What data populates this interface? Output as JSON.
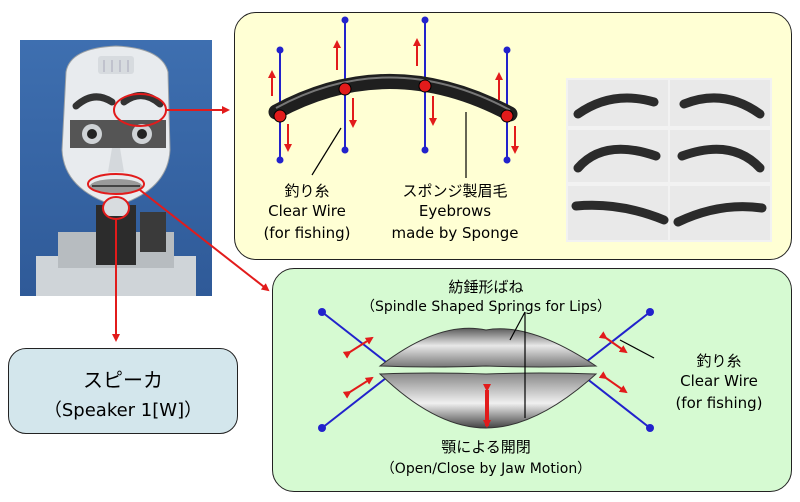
{
  "eyebrow_section": {
    "wire_label_jp": "釣り糸",
    "wire_label_en1": "Clear Wire",
    "wire_label_en2": "(for fishing)",
    "sponge_label_jp": "スポンジ製眉毛",
    "sponge_label_en1": "Eyebrows",
    "sponge_label_en2": "made by Sponge"
  },
  "lip_section": {
    "spring_label_jp": "紡錘形ばね",
    "spring_label_en": "（Spindle Shaped Springs for Lips）",
    "wire_label_jp": "釣り糸",
    "wire_label_en1": "Clear Wire",
    "wire_label_en2": "(for fishing)",
    "jaw_label_jp": "顎による開閉",
    "jaw_label_en": "（Open/Close by Jaw Motion）"
  },
  "speaker_box": {
    "label_jp": "スピーカ",
    "label_en": "（Speaker 1[W]）"
  },
  "colors": {
    "eyebrow_panel": "#ffffd4",
    "lip_panel": "#d6fad2",
    "speaker_panel": "#d3e6ec",
    "wire": "#2222cc",
    "arrow": "#e21b1b"
  }
}
